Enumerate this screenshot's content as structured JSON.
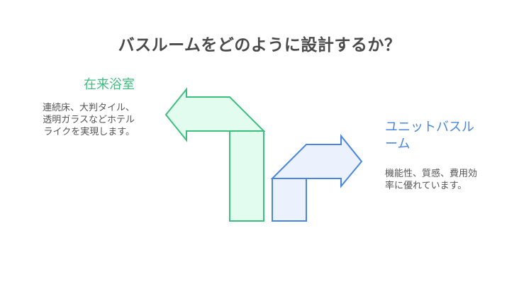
{
  "title": "バスルームをどのように設計するか？",
  "colors": {
    "background": "#ffffff",
    "title_text": "#4a4a4a",
    "body_text": "#555555",
    "green_stroke": "#3ebe7d",
    "green_fill": "#e2fcef",
    "blue_stroke": "#4a86e0",
    "blue_fill": "#ebf2fd"
  },
  "options": [
    {
      "id": "conventional",
      "label": "在来浴室",
      "description": "連続床、大判タイル、透明ガラスなどホテルライクを実現します。",
      "arrow_direction": "left",
      "color": "green"
    },
    {
      "id": "unit",
      "label": "ユニットバスルーム",
      "description": "機能性、質感、費用効率に優れています。",
      "arrow_direction": "right",
      "color": "blue"
    }
  ]
}
